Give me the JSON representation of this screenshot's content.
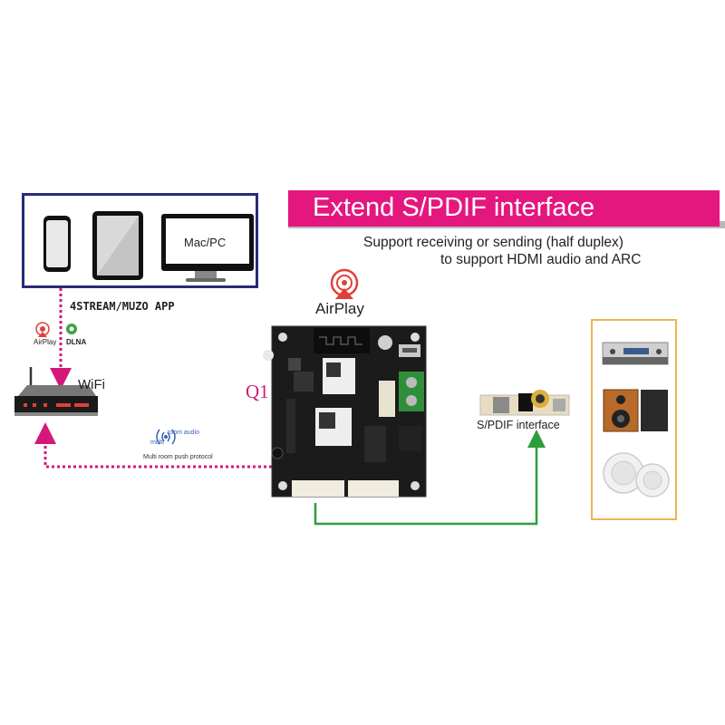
{
  "banner": {
    "title": "Extend S/PDIF interface",
    "subtitle_line1": "Support receiving or sending (half duplex)",
    "subtitle_line2": "to support HDMI audio and ARC",
    "color": "#e4177f"
  },
  "devices": {
    "pc_label": "Mac/PC",
    "box_color": "#2a2a78"
  },
  "app_label": "4STREAM/MUZO APP",
  "airplay_small": "AirPlay",
  "dlna": "DLNA",
  "wifi": "WiFi",
  "airplay_main": "AirPlay",
  "board_label": "Q1",
  "multiroom": {
    "line1": "multi",
    "line2": "room audio",
    "protocol": "Multi room push protocol"
  },
  "spdif_label": "S/PDIF interface",
  "colors": {
    "pink_dotted": "#d6177a",
    "green_link": "#2e9e3c",
    "airplay_red": "#e0403a",
    "speakers_box": "#f0b255"
  }
}
